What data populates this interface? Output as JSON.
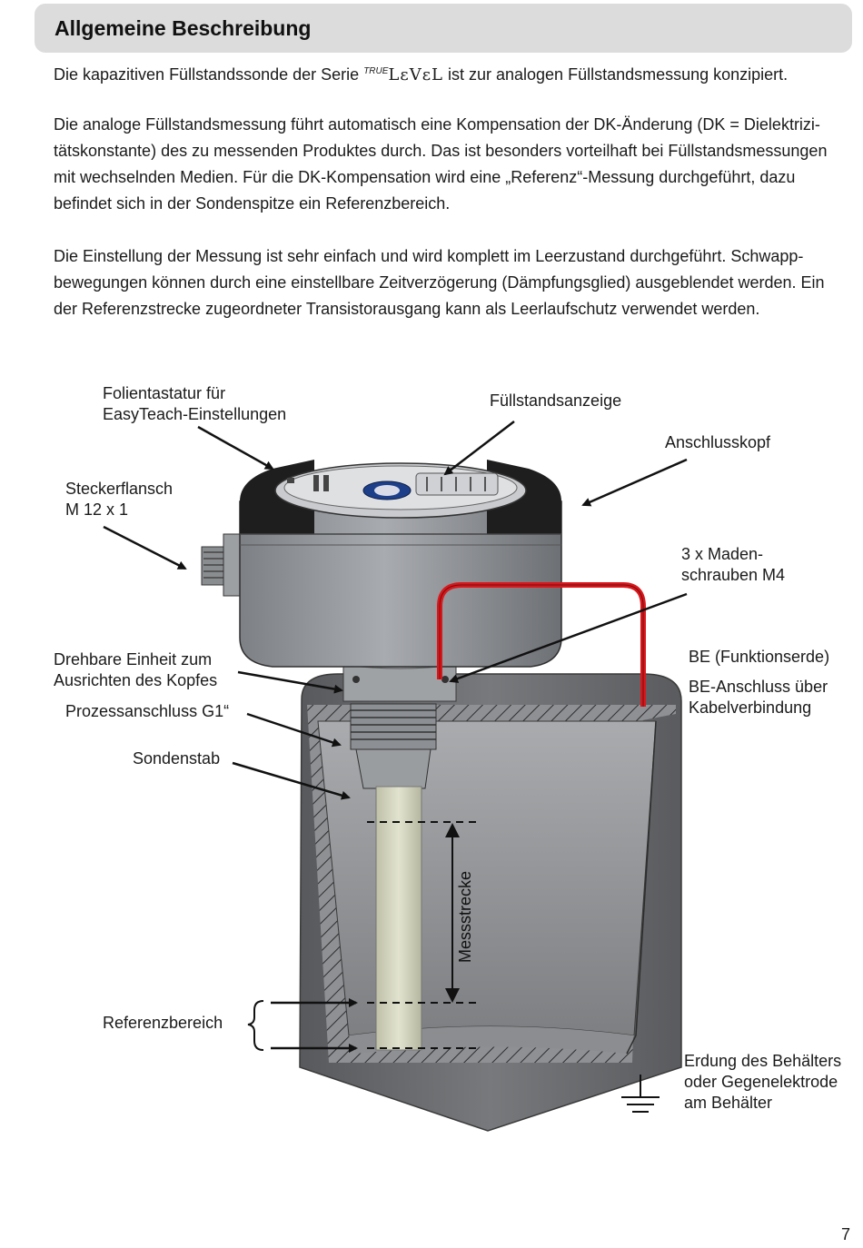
{
  "header": {
    "title": "Allgemeine Beschreibung"
  },
  "intro": {
    "p1_before": "Die kapazitiven Füllstandssonde der Serie ",
    "brand_prefix": "TRUE",
    "brand_name": "LεVεL",
    "p1_after": " ist zur analogen Füllstandsmessung konzipiert.",
    "p2": "Die analoge Füllstandsmessung führt automatisch eine Kompensation der DK-Änderung (DK = Dielektrizi-tätskonstante) des zu messenden Produktes durch. Das ist besonders vorteilhaft bei Füllstandsmessungen mit wechselnden Medien. Für die DK-Kompensation wird eine „Referenz“-Messung durchgeführt, dazu befindet sich in der Sondenspitze ein Referenzbereich.",
    "p3": "Die Einstellung der Messung ist sehr einfach und wird komplett im Leerzustand durchgeführt. Schwapp-bewegungen können durch eine einstellbare Zeitverzögerung (Dämpfungsglied) ausgeblendet werden. Ein der Referenzstrecke zugeordneter Transistorausgang kann als Leerlaufschutz verwendet werden."
  },
  "diagram": {
    "labels": {
      "folientastatur_1": "Folientastatur für",
      "folientastatur_2": "EasyTeach-Einstellungen",
      "fuellstandsanzeige": "Füllstandsanzeige",
      "anschlusskopf": "Anschlusskopf",
      "steckerflansch_1": "Steckerflansch",
      "steckerflansch_2": "M 12 x 1",
      "madenschrauben_1": "3 x Maden-",
      "madenschrauben_2": "schrauben M4",
      "drehbare_1": "Drehbare Einheit zum",
      "drehbare_2": "Ausrichten des Kopfes",
      "be_funktionserde": "BE (Funktionserde)",
      "be_anschluss_1": "BE-Anschluss über",
      "be_anschluss_2": "Kabelverbindung",
      "prozessanschluss": "Prozessanschluss G1“",
      "sondenstab": "Sondenstab",
      "messstrecke": "Messstrecke",
      "referenzbereich": "Referenzbereich",
      "erdung_1": "Erdung des Behälters",
      "erdung_2": "oder Gegenelektrode",
      "erdung_3": "am Behälter"
    },
    "colors": {
      "housing": "#8c8f93",
      "tank": "#6d6f72",
      "cable": "#d8181c",
      "probe_rod": "#d2d3bd"
    }
  },
  "footer": {
    "page_number": "7"
  }
}
